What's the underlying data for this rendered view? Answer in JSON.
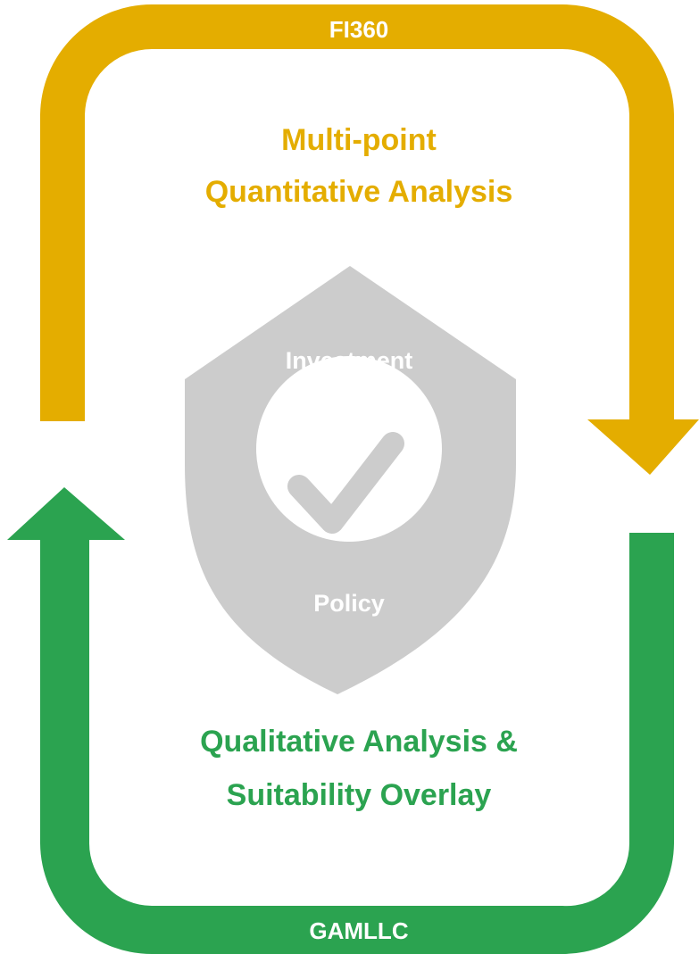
{
  "top_loop": {
    "label": "FI360",
    "heading_line1": "Multi-point",
    "heading_line2": "Quantitative Analysis",
    "color": "#E4AD00"
  },
  "bottom_loop": {
    "label": "GAMLLC",
    "heading_line1": "Qualitative Analysis &",
    "heading_line2": "Suitability Overlay",
    "color": "#2BA350"
  },
  "shield": {
    "top_text": "Investment",
    "bottom_text": "Policy",
    "color": "#CCCCCC",
    "icon": "check-icon"
  }
}
